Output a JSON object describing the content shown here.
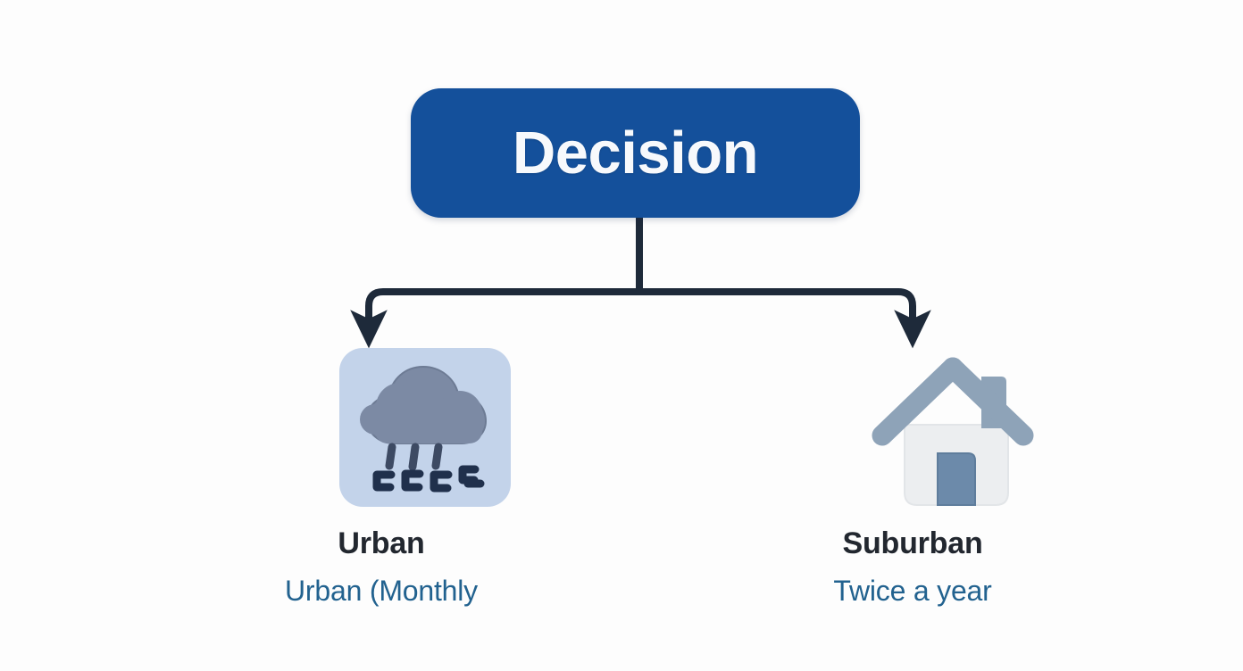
{
  "diagram": {
    "type": "decision-tree",
    "background_color": "#fdfdfd",
    "root": {
      "label": "Decision",
      "fill_color": "#14509b",
      "text_color": "#f7f9fc"
    },
    "connector": {
      "color": "#1e2a3a",
      "style": "orthogonal-elbow-with-arrowheads"
    },
    "branches": [
      {
        "id": "urban",
        "title": "Urban",
        "subtitle": "Urban (Monthly",
        "icon": "storm-cloud-icon",
        "icon_tile_color": "#c3d3ea",
        "icon_color": "#7c8aa4",
        "accent_color": "#22628f",
        "title_color": "#22272f"
      },
      {
        "id": "suburban",
        "title": "Suburban",
        "subtitle": "Twice a year",
        "icon": "house-icon",
        "icon_tile_color": "none",
        "icon_color": "#8ea3b8",
        "accent_color": "#22628f",
        "title_color": "#22272f"
      }
    ]
  }
}
